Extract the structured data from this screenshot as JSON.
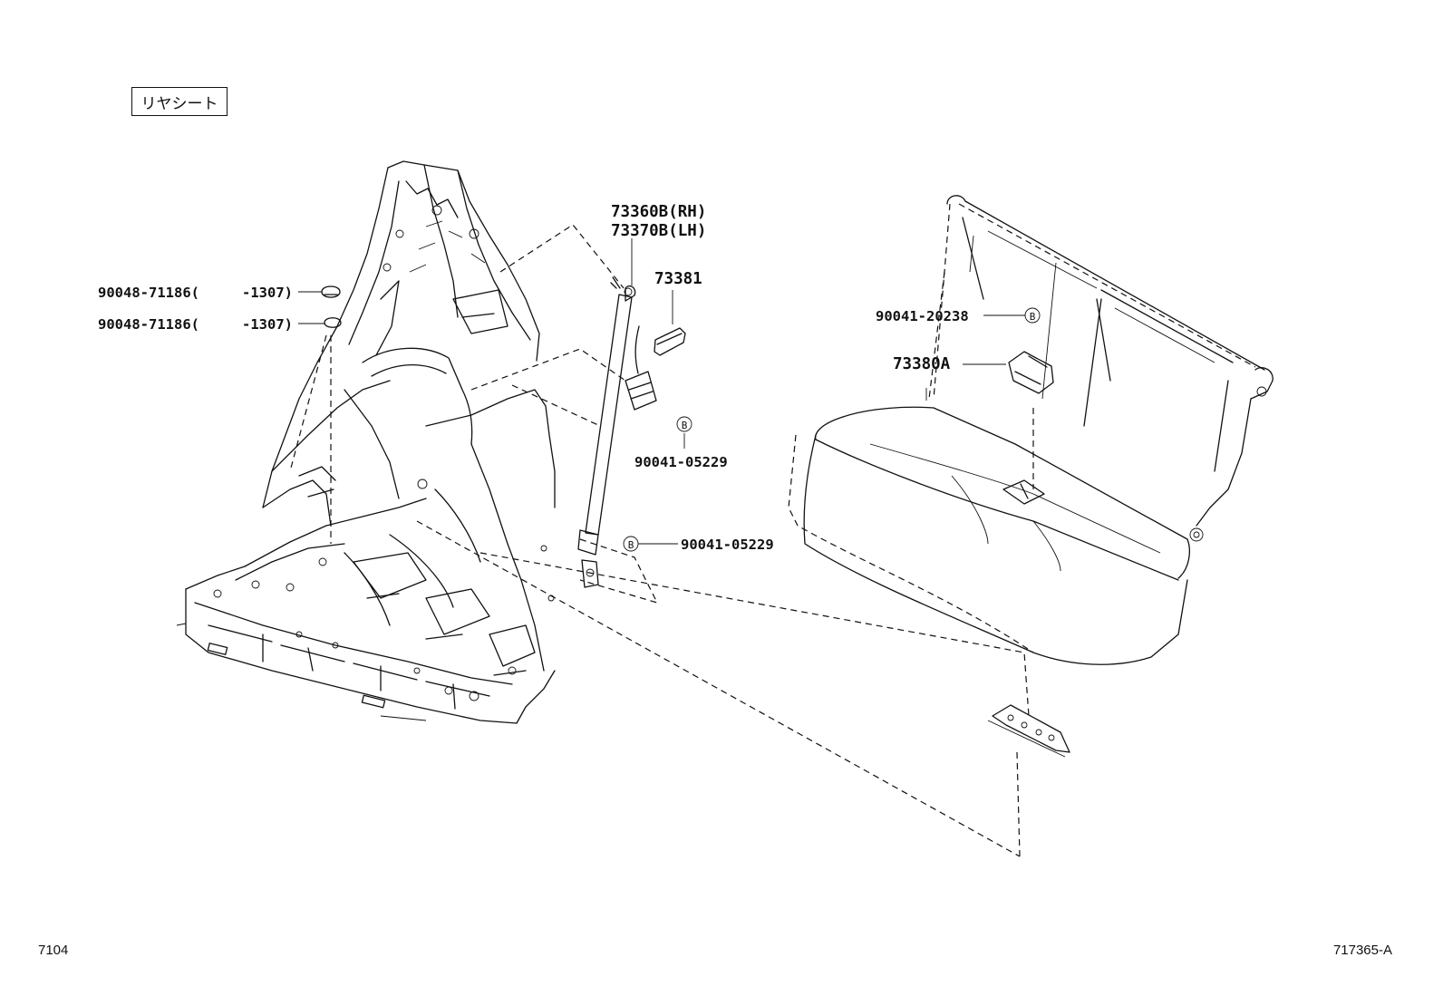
{
  "section_title": "リヤシート",
  "footer": {
    "left": "7104",
    "right": "717365-A"
  },
  "labels": {
    "grommet_1": {
      "part": "90048-71186(",
      "range": "-1307)"
    },
    "grommet_2": {
      "part": "90048-71186(",
      "range": "-1307)"
    },
    "belt_rh": "73360B(RH)",
    "belt_lh": "73370B(LH)",
    "cover": "73381",
    "bolt_upper": "90041-05229",
    "bolt_lower": "90041-05229",
    "bolt_center": "90041-20238",
    "buckle": "73380A"
  },
  "callout_symbol": "B"
}
